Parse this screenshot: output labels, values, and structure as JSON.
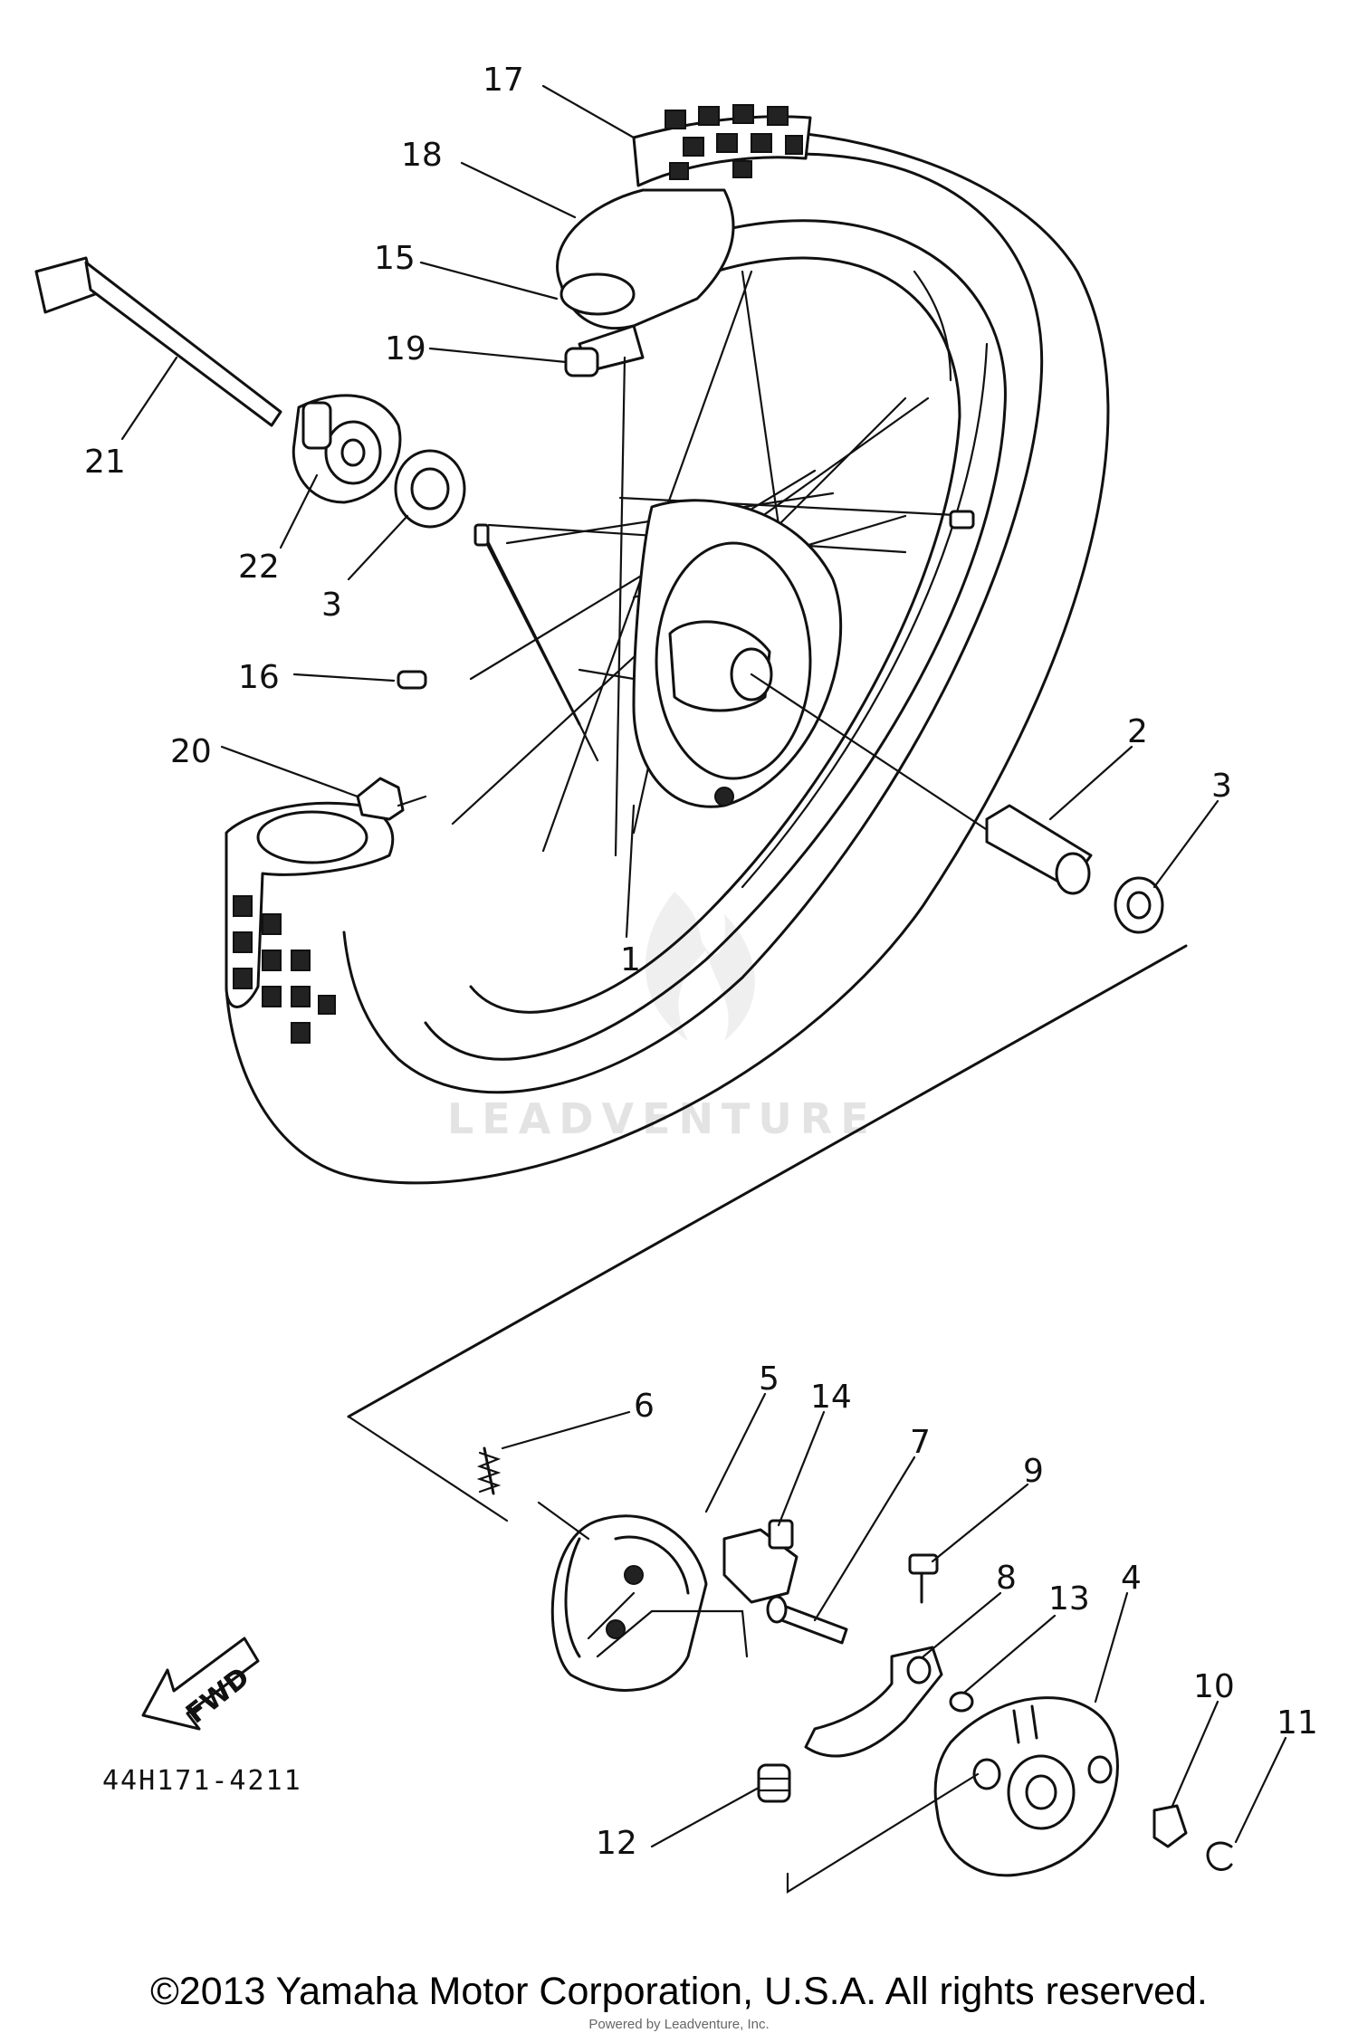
{
  "watermark": "LEADVENTURE",
  "arrow_label": "FWD",
  "part_code": "44H171-4211",
  "copyright": "©2013 Yamaha Motor Corporation, U.S.A. All rights reserved.",
  "credit": "Powered by Leadventure, Inc.",
  "callouts": [
    {
      "id": "17",
      "label": "17"
    },
    {
      "id": "18",
      "label": "18"
    },
    {
      "id": "15",
      "label": "15"
    },
    {
      "id": "19",
      "label": "19"
    },
    {
      "id": "21",
      "label": "21"
    },
    {
      "id": "22",
      "label": "22"
    },
    {
      "id": "3a",
      "label": "3"
    },
    {
      "id": "16",
      "label": "16"
    },
    {
      "id": "20",
      "label": "20"
    },
    {
      "id": "1",
      "label": "1"
    },
    {
      "id": "2",
      "label": "2"
    },
    {
      "id": "3b",
      "label": "3"
    },
    {
      "id": "6",
      "label": "6"
    },
    {
      "id": "5",
      "label": "5"
    },
    {
      "id": "14",
      "label": "14"
    },
    {
      "id": "7",
      "label": "7"
    },
    {
      "id": "9",
      "label": "9"
    },
    {
      "id": "8",
      "label": "8"
    },
    {
      "id": "13",
      "label": "13"
    },
    {
      "id": "4",
      "label": "4"
    },
    {
      "id": "10",
      "label": "10"
    },
    {
      "id": "11",
      "label": "11"
    },
    {
      "id": "12",
      "label": "12"
    }
  ]
}
